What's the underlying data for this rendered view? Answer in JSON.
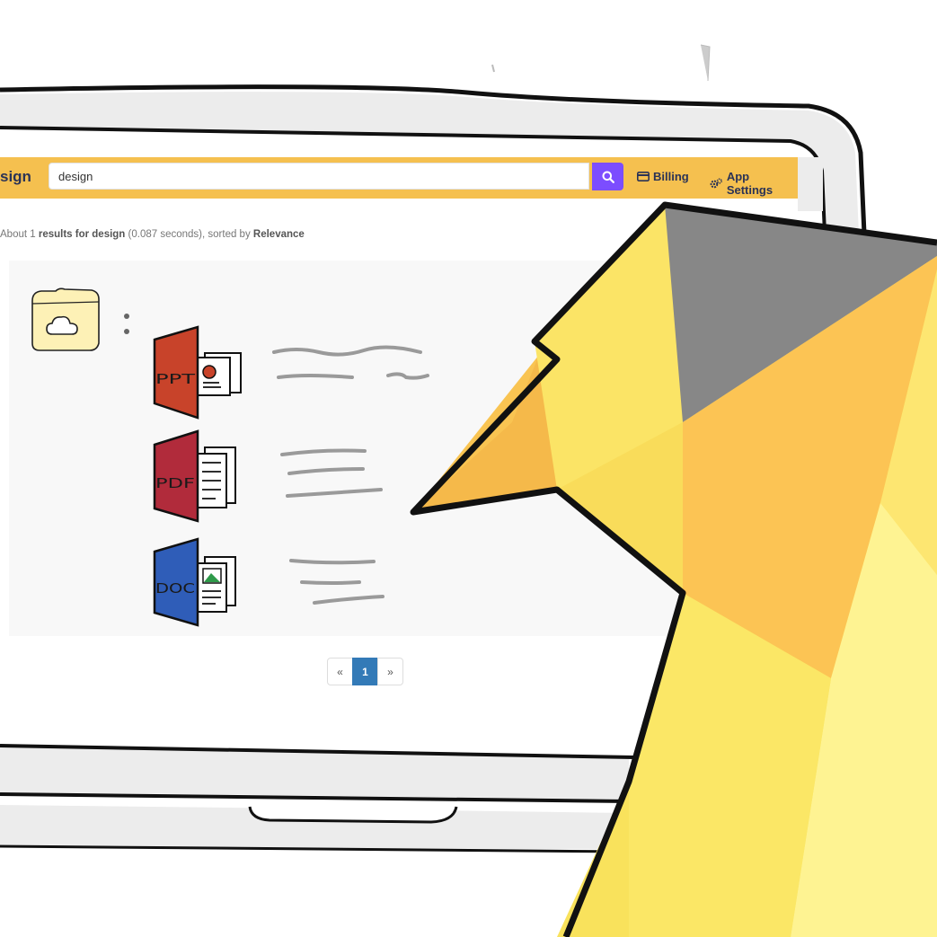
{
  "navbar": {
    "brand": "sign",
    "search_value": "design",
    "billing_label": "Billing",
    "settings_label": "App Settings"
  },
  "summary": {
    "prefix": "About 1 ",
    "results_for": "results for design",
    "time": " (0.087 seconds), sorted by ",
    "sort": "Relevance"
  },
  "results": {
    "file_types": [
      "PPT",
      "PDF",
      "DOC"
    ]
  },
  "pagination": {
    "prev": "«",
    "current": "1",
    "next": "»"
  },
  "colors": {
    "navbar": "#f5c04f",
    "search_button": "#7c4dff",
    "ppt": "#c8432a",
    "pdf": "#b12b3b",
    "doc": "#2f5db8",
    "pager_active": "#337ab7"
  }
}
